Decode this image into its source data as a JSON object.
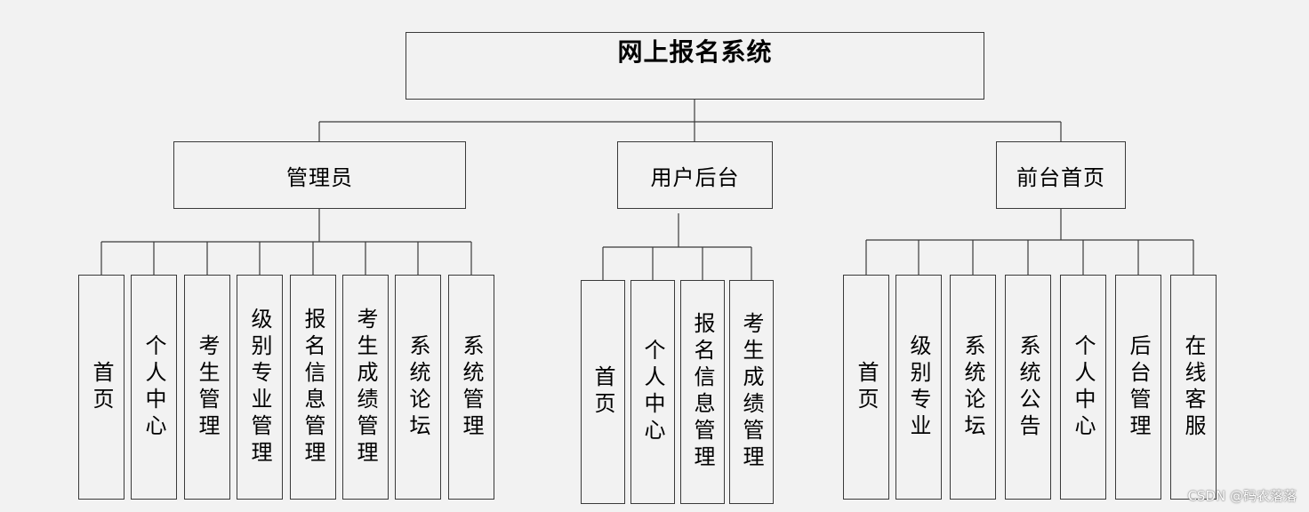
{
  "root": {
    "label": "网上报名系统"
  },
  "groups": [
    {
      "label": "管理员",
      "children": [
        "首页",
        "个人中心",
        "考生管理",
        "级别专业管理",
        "报名信息管理",
        "考生成绩管理",
        "系统论坛",
        "系统管理"
      ]
    },
    {
      "label": "用户后台",
      "children": [
        "首页",
        "个人中心",
        "报名信息管理",
        "考生成绩管理"
      ]
    },
    {
      "label": "前台首页",
      "children": [
        "首页",
        "级别专业",
        "系统论坛",
        "系统公告",
        "个人中心",
        "后台管理",
        "在线客服"
      ]
    }
  ],
  "watermark": "CSDN @码农落落",
  "colors": {
    "background": "#f2f2f2",
    "line": "#3a3a3a"
  }
}
